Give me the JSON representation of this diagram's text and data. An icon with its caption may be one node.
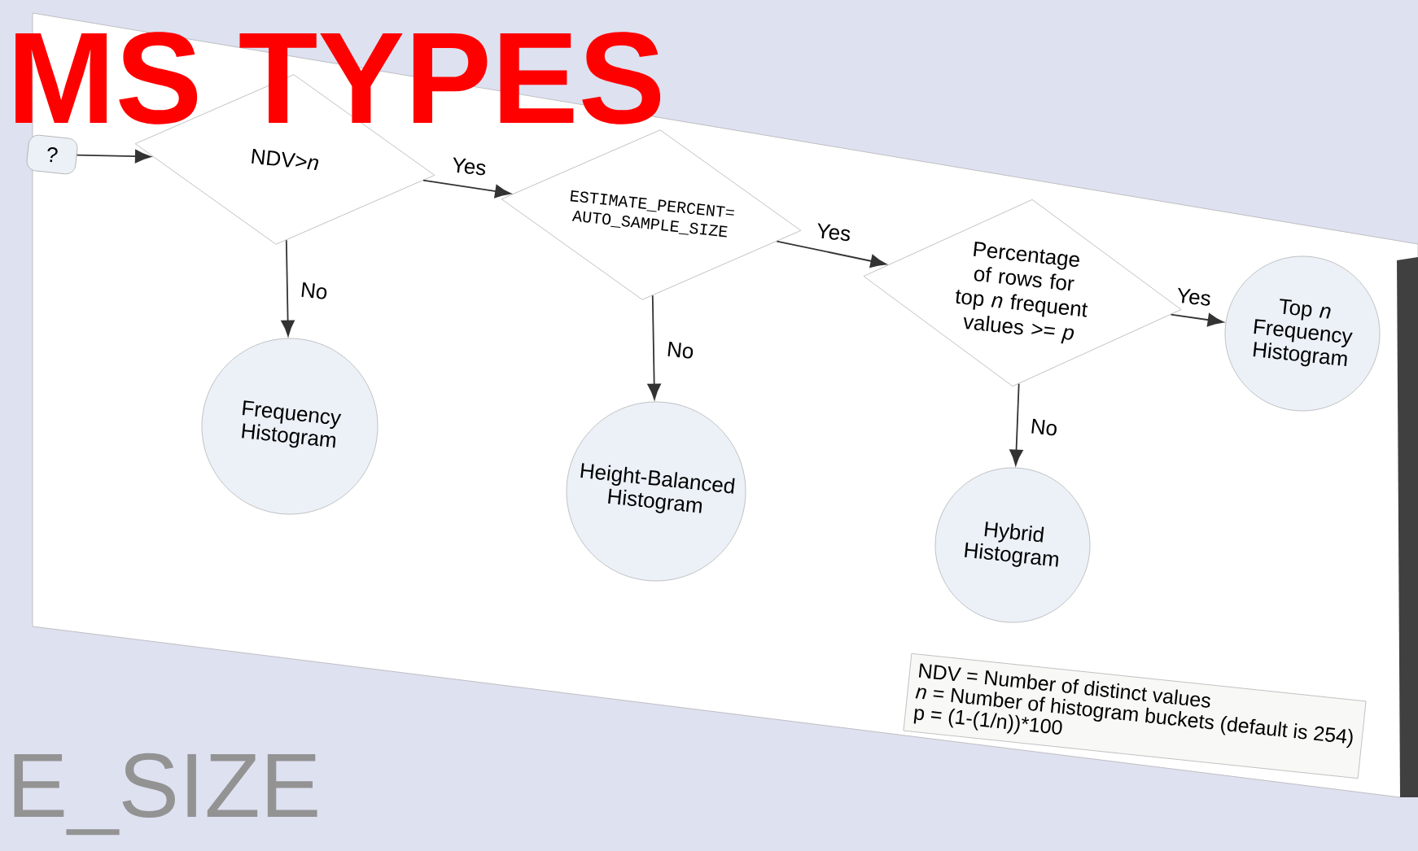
{
  "diagram": {
    "title": "MS TYPES",
    "nodes": [
      {
        "text": [
          "?"
        ]
      },
      {
        "text": [
          "NDV>*n*"
        ]
      },
      {
        "text": [
          "ESTIMATE_PERCENT= AUTO_SAMPLE_SIZE"
        ]
      },
      {
        "text": [
          "Percentage of rows for top *n* frequent values >= *p*"
        ]
      },
      {
        "text": [
          "Frequency Histogram"
        ]
      },
      {
        "text": [
          "Height-Balanced Histogram"
        ]
      },
      {
        "text": [
          "Top *n* Frequency Histogram"
        ]
      },
      {
        "text": [
          "Hybrid Histogram"
        ]
      },
      {
        "text": [
          "NDV = Number of distinct values",
          "*n* = Number of histogram buckets (default is 254)",
          "p = (1-(1/n))*100"
        ]
      }
    ],
    "edges": [
      {
        "from": 0,
        "to": 1,
        "arrow": "to"
      },
      {
        "from": 1,
        "to": 2,
        "arrow": "to",
        "label": "Yes"
      },
      {
        "from": 1,
        "to": 4,
        "arrow": "to",
        "label": "No"
      },
      {
        "from": 2,
        "to": 3,
        "arrow": "to",
        "label": "Yes"
      },
      {
        "from": 2,
        "to": 5,
        "arrow": "to",
        "label": "No"
      },
      {
        "from": 3,
        "to": 6,
        "arrow": "to",
        "label": "Yes"
      },
      {
        "from": 3,
        "to": 7,
        "arrow": "to",
        "label": "No"
      }
    ],
    "labels": [
      "E_SIZE"
    ]
  }
}
